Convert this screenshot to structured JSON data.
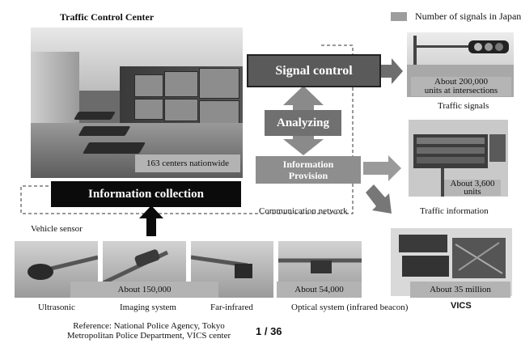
{
  "title": "Traffic Control Center",
  "legend": {
    "label": "Number of signals in Japan",
    "swatch_color": "#9d9d9d"
  },
  "control_room": {
    "caption": "163 centers nationwide"
  },
  "signal_control": {
    "label": "Signal control"
  },
  "analyzing": {
    "label": "Analyzing"
  },
  "information_provision": {
    "line1": "Information",
    "line2": "Provision"
  },
  "information_collection": {
    "label": "Information collection"
  },
  "communication_network": {
    "label": "Communication network"
  },
  "traffic_signals": {
    "count_line1": "About 200,000",
    "count_line2": "units at intersections",
    "label": "Traffic signals"
  },
  "traffic_information": {
    "count_line1": "About 3,600",
    "count_line2": "units",
    "label": "Traffic information"
  },
  "vics": {
    "count": "About 35 million",
    "label": "VICS"
  },
  "vehicle_sensor": {
    "label": "Vehicle sensor",
    "types": [
      "Ultrasonic",
      "Imaging system",
      "Far-infrared",
      "Optical system (infrared beacon)"
    ],
    "count_ultrasonic_imaging": "About 150,000",
    "count_optical": "About 54,000"
  },
  "reference": {
    "line1": "Reference: National Police Agency, Tokyo",
    "line2": "Metropolitan Police Department, VICS center"
  },
  "page": "1 / 36"
}
